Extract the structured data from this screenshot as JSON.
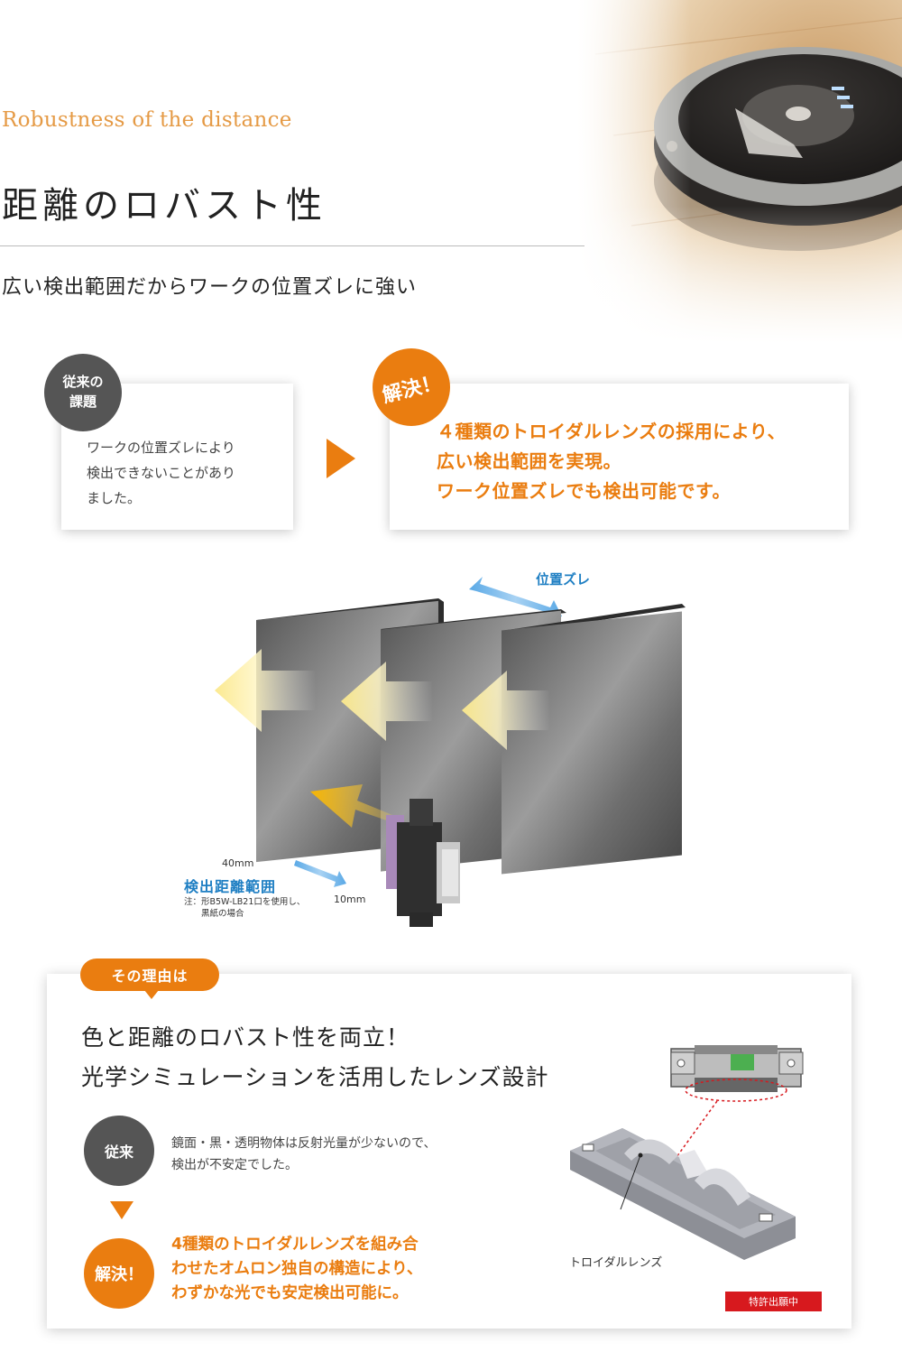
{
  "header": {
    "subtitle_en": "Robustness of the distance",
    "title_jp": "距離のロバスト性",
    "lead": "広い検出範囲だからワークの位置ズレに強い"
  },
  "problem": {
    "badge": "従来の\n課題",
    "text": "ワークの位置ズレにより\n検出できないことがあり\nました。"
  },
  "solution": {
    "badge": "解決！",
    "text": "４種類のトロイダルレンズの採用により、\n広い検出範囲を実現。\nワーク位置ズレでも検出可能です。"
  },
  "diagram": {
    "shift_label": "位置ズレ",
    "distance_40": "40mm",
    "range_label": "検出距離範囲",
    "note": "注：形B5W-LB21口を使用し、\n　　黒紙の場合",
    "distance_10": "10mm"
  },
  "reason": {
    "tag": "その理由は",
    "heading": "色と距離のロバスト性を両立！\n光学シミュレーションを活用したレンズ設計",
    "conventional_badge": "従来",
    "conventional_text": "鏡面・黒・透明物体は反射光量が少ないので、\n検出が不安定でした。",
    "solution_badge": "解決！",
    "solution_text": "4種類のトロイダルレンズを組み合\nわせたオムロン独自の構造により、\nわずかな光でも安定検出可能に。",
    "lens_label": "トロイダルレンズ",
    "patent_badge": "特許出願中"
  },
  "colors": {
    "accent_orange": "#ea7d10",
    "subtitle_orange": "#e59a45",
    "label_blue": "#1f7fc3",
    "badge_gray": "#555555",
    "patent_red": "#d7191e"
  }
}
